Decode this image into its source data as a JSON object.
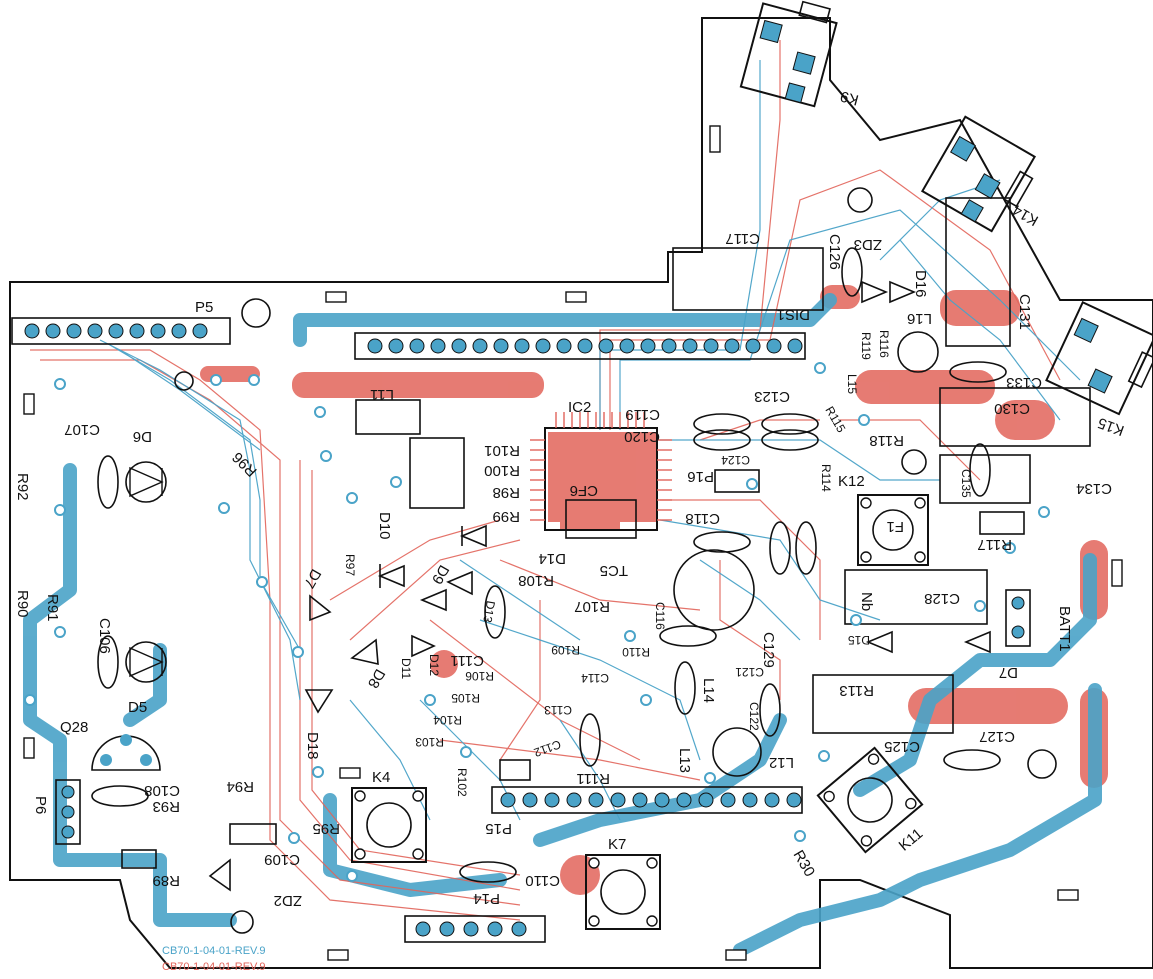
{
  "board": {
    "outline_color": "#111111",
    "top_trace_color": "#e2645a",
    "bottom_trace_color": "#4aa3c8",
    "pad_color": "#4aa3c8",
    "revision_blue": "CB70-1-04-01-REV.9",
    "revision_red": "CB70-1-04-01-REV.9"
  },
  "ic": {
    "label": "IC2"
  },
  "headers": {
    "p5": "P5",
    "p6": "P6",
    "p14": "P14",
    "p15": "P15",
    "p16": "P16",
    "dis1": "DIS1",
    "batt": "BATT1"
  },
  "switches": {
    "k4": "K4",
    "k7": "K7",
    "k11": "K11",
    "k12": "K12",
    "k9": "K9",
    "k14": "K14",
    "k15": "K15"
  },
  "capacitors": {
    "c107": "C107",
    "c106": "C106",
    "c108": "C108",
    "c109": "C109",
    "c110": "C110",
    "c111": "C111",
    "c112": "C112",
    "c113": "C113",
    "c114": "C114",
    "c116": "C116",
    "c117": "C117",
    "c118": "C118",
    "c119": "C119",
    "c120": "C120",
    "c121": "C121",
    "c122": "C122",
    "c123": "C123",
    "c124": "C124",
    "c125": "C125",
    "c126": "C126",
    "c127": "C127",
    "c128": "C128",
    "c129": "C129",
    "c130": "C130",
    "c131": "C131",
    "c133": "C133",
    "c134": "C134",
    "c135": "C135",
    "cf6": "CF6"
  },
  "resistors": {
    "r90": "R90",
    "r91": "R91",
    "r92": "R92",
    "r93": "R93",
    "r94": "R94",
    "r95": "R95",
    "r89": "R89",
    "r96": "R96",
    "r97": "R97",
    "r98": "R98",
    "r99": "R99",
    "r100": "R100",
    "r101": "R101",
    "r102": "R102",
    "r103": "R103",
    "r104": "R104",
    "r105": "R105",
    "r106": "R106",
    "r107": "R107",
    "r108": "R108",
    "r109": "R109",
    "r110": "R110",
    "r111": "R111",
    "r113": "R113",
    "r114": "R114",
    "r115": "R115",
    "r116": "R116",
    "r117": "R117",
    "r118": "R118",
    "r119": "R119",
    "r30": "R30"
  },
  "diodes": {
    "d5": "D5",
    "d6": "D6",
    "d7": "D7",
    "d8": "D8",
    "d9": "D9",
    "d10": "D10",
    "d11": "D11",
    "d12": "D12",
    "d13": "D13",
    "d14": "D14",
    "d15": "D15",
    "d16": "D16",
    "d17": "D17",
    "d18": "D18",
    "zd2": "ZD2",
    "zd3": "ZD3"
  },
  "misc": {
    "l11": "L11",
    "l12": "L12",
    "l13": "L13",
    "l14": "L14",
    "l15": "L15",
    "l16": "L16",
    "q28": "Q28",
    "tc5": "TC5",
    "f1": "F1",
    "nb": "Nb"
  }
}
